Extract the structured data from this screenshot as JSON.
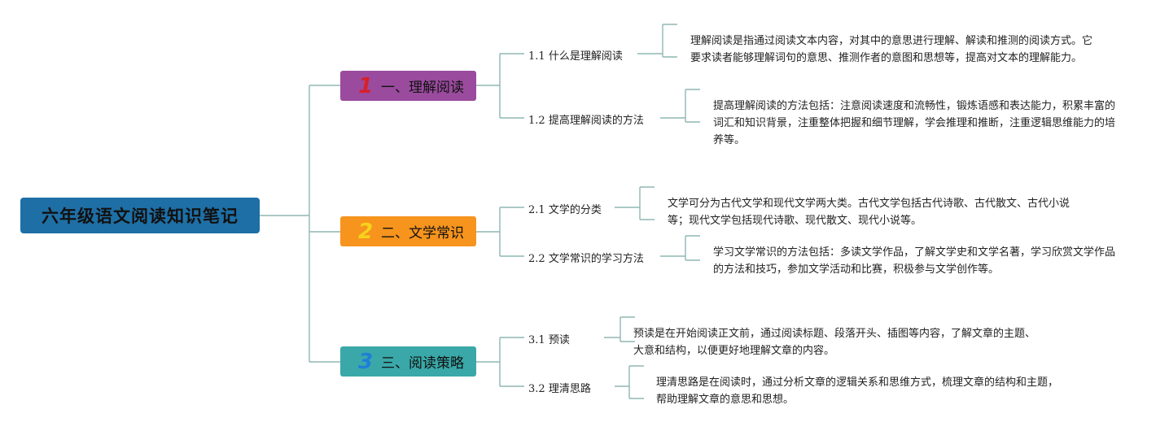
{
  "root": {
    "title": "六年级语文阅读知识笔记"
  },
  "branches": [
    {
      "num": "1",
      "label": "一、理解阅读",
      "color": "#9a4b9e",
      "num_color": "#d8202a",
      "subs": [
        {
          "code": "1.1",
          "label": "什么是理解阅读",
          "text": "理解阅读是指通过阅读文本内容，对其中的意思进行理解、解读和推测的阅读方式。它要求读者能够理解词句的意思、推测作者的意图和思想等，提高对文本的理解能力。"
        },
        {
          "code": "1.2",
          "label": "提高理解阅读的方法",
          "text": "提高理解阅读的方法包括：注意阅读速度和流畅性，锻炼语感和表达能力，积累丰富的词汇和知识背景，注重整体把握和细节理解，学会推理和推断，注重逻辑思维能力的培养等。"
        }
      ]
    },
    {
      "num": "2",
      "label": "二、文学常识",
      "color": "#f7941d",
      "num_color": "#f5d31c",
      "subs": [
        {
          "code": "2.1",
          "label": "文学的分类",
          "text": "文学可分为古代文学和现代文学两大类。古代文学包括古代诗歌、古代散文、古代小说等；现代文学包括现代诗歌、现代散文、现代小说等。"
        },
        {
          "code": "2.2",
          "label": "文学常识的学习方法",
          "text": "学习文学常识的方法包括：多读文学作品，了解文学史和文学名著，学习欣赏文学作品的方法和技巧，参加文学活动和比赛，积极参与文学创作等。"
        }
      ]
    },
    {
      "num": "3",
      "label": "三、阅读策略",
      "color": "#3aa8a8",
      "num_color": "#1e7fd8",
      "subs": [
        {
          "code": "3.1",
          "label": "预读",
          "text": "预读是在开始阅读正文前，通过阅读标题、段落开头、插图等内容，了解文章的主题、大意和结构，以便更好地理解文章的内容。"
        },
        {
          "code": "3.2",
          "label": "理清思路",
          "text": "理清思路是在阅读时，通过分析文章的逻辑关系和思维方式，梳理文章的结构和主题，帮助理解文章的意思和思想。"
        }
      ]
    }
  ],
  "line_color": "#8fb7b3"
}
